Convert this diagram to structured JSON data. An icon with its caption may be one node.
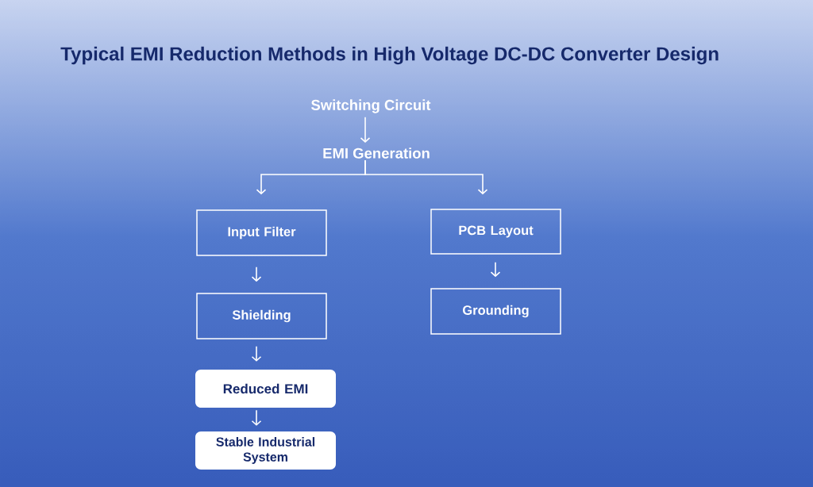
{
  "diagram": {
    "title": "Typical EMI Reduction Methods in High Voltage DC-DC Converter Design",
    "nodes": [
      {
        "text": [
          "Switching Circuit"
        ]
      },
      {
        "text": [
          "EMI Generation"
        ]
      },
      {
        "text": [
          "Input Filter"
        ]
      },
      {
        "text": [
          "Shielding"
        ]
      },
      {
        "text": [
          "Reduced EMI"
        ]
      },
      {
        "text": [
          "Stable Industrial System"
        ]
      },
      {
        "text": [
          "PCB Layout"
        ]
      },
      {
        "text": [
          "Grounding"
        ]
      }
    ],
    "edges": [
      {
        "from": 0,
        "to": 1,
        "arrow": "to"
      },
      {
        "from": 1,
        "to": 2,
        "arrow": "to"
      },
      {
        "from": 1,
        "to": 6,
        "arrow": "to"
      },
      {
        "from": 2,
        "to": 3,
        "arrow": "to"
      },
      {
        "from": 3,
        "to": 4,
        "arrow": "to"
      },
      {
        "from": 4,
        "to": 5,
        "arrow": "to"
      },
      {
        "from": 6,
        "to": 7,
        "arrow": "to"
      }
    ]
  }
}
